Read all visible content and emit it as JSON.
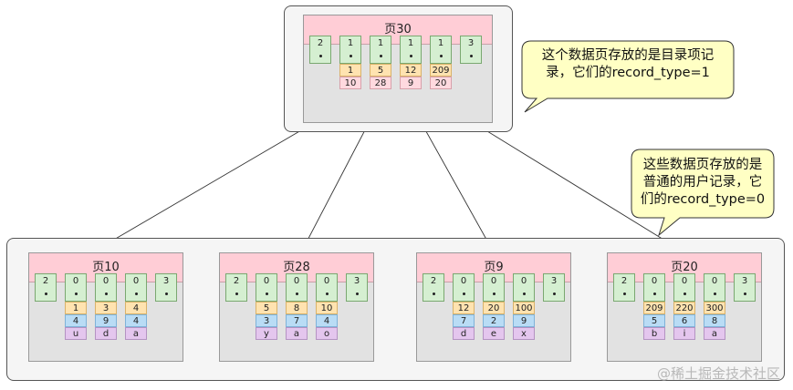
{
  "root": {
    "title": "页30",
    "records": [
      {
        "n_owned": "2"
      },
      {
        "n_owned": "1",
        "key": "1",
        "page": "10"
      },
      {
        "n_owned": "1",
        "key": "5",
        "page": "28"
      },
      {
        "n_owned": "1",
        "key": "12",
        "page": "9"
      },
      {
        "n_owned": "1",
        "key": "209",
        "page": "20"
      },
      {
        "n_owned": "3"
      }
    ]
  },
  "leaves": [
    {
      "title": "页10",
      "records": [
        {
          "n_owned": "2"
        },
        {
          "n_owned": "0",
          "c1": "1",
          "c2": "4",
          "c3": "u"
        },
        {
          "n_owned": "0",
          "c1": "3",
          "c2": "9",
          "c3": "d"
        },
        {
          "n_owned": "0",
          "c1": "4",
          "c2": "4",
          "c3": "a"
        },
        {
          "n_owned": "3"
        }
      ]
    },
    {
      "title": "页28",
      "records": [
        {
          "n_owned": "2"
        },
        {
          "n_owned": "0",
          "c1": "5",
          "c2": "3",
          "c3": "y"
        },
        {
          "n_owned": "0",
          "c1": "8",
          "c2": "7",
          "c3": "a"
        },
        {
          "n_owned": "0",
          "c1": "10",
          "c2": "4",
          "c3": "o"
        },
        {
          "n_owned": "3"
        }
      ]
    },
    {
      "title": "页9",
      "records": [
        {
          "n_owned": "2"
        },
        {
          "n_owned": "0",
          "c1": "12",
          "c2": "7",
          "c3": "d"
        },
        {
          "n_owned": "0",
          "c1": "20",
          "c2": "2",
          "c3": "e"
        },
        {
          "n_owned": "0",
          "c1": "100",
          "c2": "9",
          "c3": "x"
        },
        {
          "n_owned": "3"
        }
      ]
    },
    {
      "title": "页20",
      "records": [
        {
          "n_owned": "2"
        },
        {
          "n_owned": "0",
          "c1": "209",
          "c2": "5",
          "c3": "b"
        },
        {
          "n_owned": "0",
          "c1": "220",
          "c2": "6",
          "c3": "i"
        },
        {
          "n_owned": "0",
          "c1": "300",
          "c2": "8",
          "c3": "a"
        },
        {
          "n_owned": "3"
        }
      ]
    }
  ],
  "callouts": [
    {
      "lines": [
        "这个数据页存放的是目录项记",
        "录，它们的record_type=1"
      ]
    },
    {
      "lines": [
        "这些数据页存放的是",
        "普通的用户记录，它",
        "们的record_type=0"
      ]
    }
  ],
  "watermark": "@稀土掘金技术社区",
  "colors": {
    "page_header": "#ffcdd6",
    "record": "#d5efd1",
    "key_cell_orange": "#ffe3b0",
    "page_cell_pink": "#ffd9df",
    "column_blue": "#b9dcf5",
    "column_purple": "#e4c6ee",
    "callout_fill": "#ffffc4"
  }
}
